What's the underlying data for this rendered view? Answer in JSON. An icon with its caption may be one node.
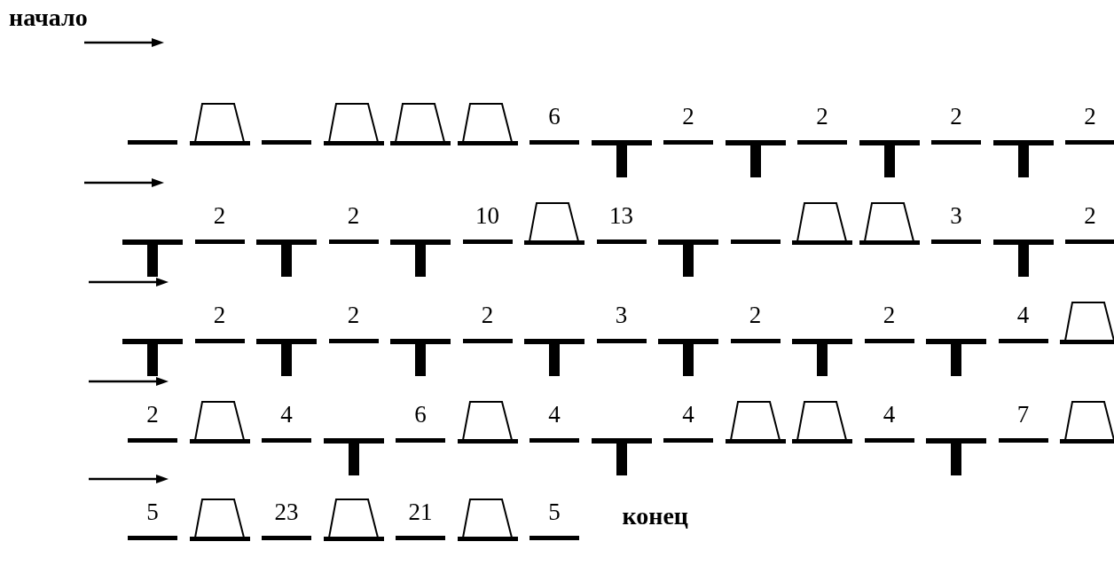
{
  "diagram": {
    "labels": [
      "начало",
      "6",
      "2",
      "2",
      "2",
      "2",
      "2",
      "2",
      "10",
      "13",
      "3",
      "2",
      "2",
      "2",
      "2",
      "3",
      "2",
      "2",
      "4",
      "2",
      "4",
      "6",
      "4",
      "4",
      "4",
      "7",
      "5",
      "23",
      "21",
      "5",
      "конец"
    ]
  }
}
